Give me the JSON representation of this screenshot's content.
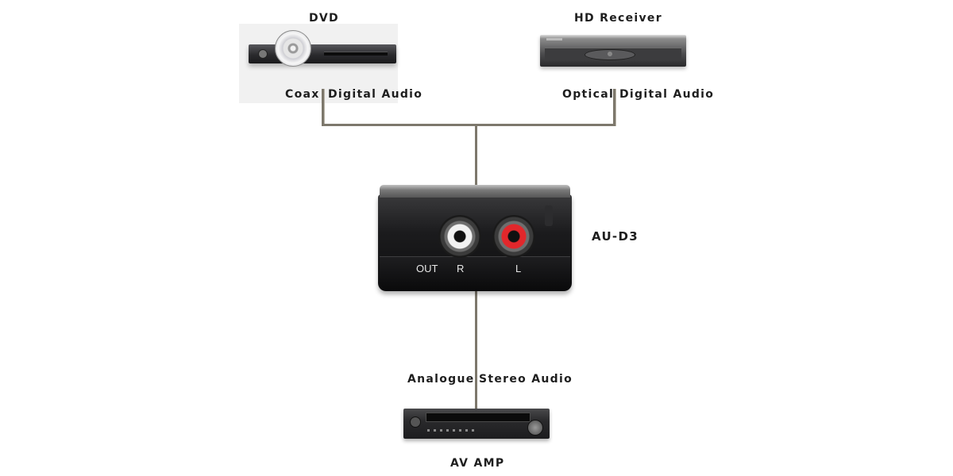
{
  "devices": {
    "dvd": {
      "label": "DVD",
      "output_label_part1": "Coax",
      "output_label_part2": "Digital Audio"
    },
    "hd_receiver": {
      "label": "HD Receiver",
      "output_label_part1": "Optical",
      "output_label_part2": "Digital Audio"
    },
    "converter": {
      "label": "AU-D3",
      "port_out_label": "OUT",
      "port_r_label": "R",
      "port_l_label": "L"
    },
    "amp": {
      "label": "AV AMP",
      "input_label_part1": "Analogue",
      "input_label_part2": "Stereo Audio"
    }
  },
  "colors": {
    "wire": "#7d786c",
    "jack_r_ring": "#f2f2f2",
    "jack_l_ring": "#e2272b",
    "label_text": "#1e1e1e"
  },
  "icons": [
    "dvd-player-icon",
    "disc-icon",
    "hd-receiver-icon",
    "converter-box-icon",
    "rca-jack-icon",
    "av-amp-icon"
  ]
}
